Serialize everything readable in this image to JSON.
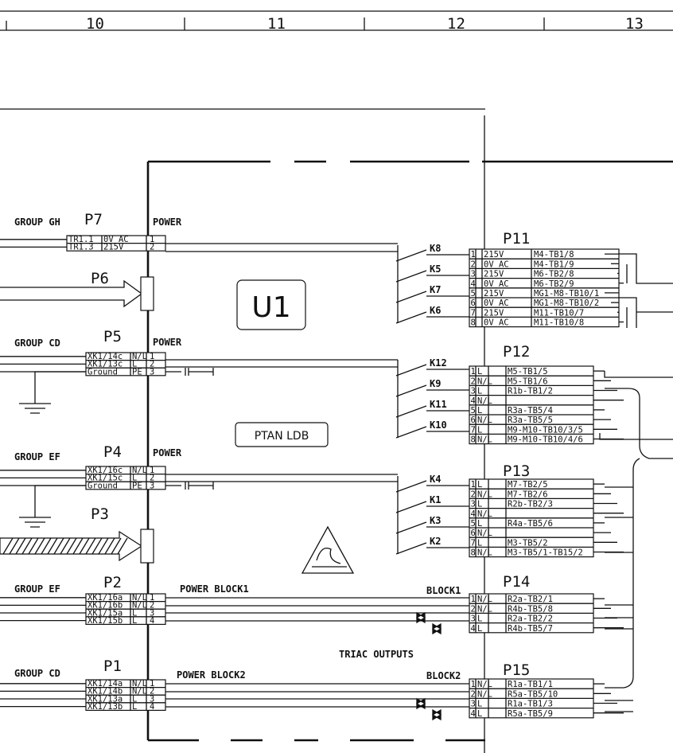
{
  "ruler": [
    "10",
    "11",
    "12",
    "13"
  ],
  "module": {
    "name": "U1",
    "label": "PTAN LDB"
  },
  "connectors": {
    "P7": {
      "id": "P7",
      "group": "GROUP GH",
      "tag": "POWER",
      "rows": [
        {
          "a": "TR1.1",
          "b": "0V AC",
          "n": "1"
        },
        {
          "a": "TR1.3",
          "b": "215V",
          "n": "2"
        }
      ]
    },
    "P6": {
      "id": "P6"
    },
    "P5": {
      "id": "P5",
      "group": "GROUP CD",
      "tag": "POWER",
      "rows": [
        {
          "a": "XK1/14c",
          "b": "N/L",
          "n": "1"
        },
        {
          "a": "XK1/13c",
          "b": "L",
          "n": "2"
        },
        {
          "a": "Ground",
          "b": "PE",
          "n": "3"
        }
      ]
    },
    "P4": {
      "id": "P4",
      "group": "GROUP EF",
      "tag": "POWER",
      "rows": [
        {
          "a": "XK1/16c",
          "b": "N/L",
          "n": "1"
        },
        {
          "a": "XK1/15c",
          "b": "L",
          "n": "2"
        },
        {
          "a": "Ground",
          "b": "PE",
          "n": "3"
        }
      ]
    },
    "P3": {
      "id": "P3"
    },
    "P2": {
      "id": "P2",
      "group": "GROUP EF",
      "tag": "POWER BLOCK1",
      "rows": [
        {
          "a": "XK1/16a",
          "b": "N/L",
          "n": "1"
        },
        {
          "a": "XK1/16b",
          "b": "N/L",
          "n": "2"
        },
        {
          "a": "XK1/15a",
          "b": "L",
          "n": "3"
        },
        {
          "a": "XK1/15b",
          "b": "L",
          "n": "4"
        }
      ]
    },
    "P1": {
      "id": "P1",
      "group": "GROUP CD",
      "tag": "POWER BLOCK2",
      "rows": [
        {
          "a": "XK1/14a",
          "b": "N/L",
          "n": "1"
        },
        {
          "a": "XK1/14b",
          "b": "N/L",
          "n": "2"
        },
        {
          "a": "XK1/13a",
          "b": "L",
          "n": "3"
        },
        {
          "a": "XK1/13b",
          "b": "L",
          "n": "4"
        }
      ]
    }
  },
  "relays": {
    "P11": [
      "K8",
      "K5",
      "K7",
      "K6"
    ],
    "P12": [
      "K12",
      "K9",
      "K11",
      "K10"
    ],
    "P13": [
      "K4",
      "K1",
      "K3",
      "K2"
    ]
  },
  "blocks": {
    "block1": "BLOCK1",
    "block2": "BLOCK2",
    "triac": "TRIAC OUTPUTS"
  },
  "terminals": {
    "P11": {
      "id": "P11",
      "rows": [
        {
          "n": "1",
          "s": "215V",
          "d": "M4-TB1/8"
        },
        {
          "n": "2",
          "s": "0V AC",
          "d": "M4-TB1/9"
        },
        {
          "n": "3",
          "s": "215V",
          "d": "M6-TB2/8"
        },
        {
          "n": "4",
          "s": "0V AC",
          "d": "M6-TB2/9"
        },
        {
          "n": "5",
          "s": "215V",
          "d": "MG1-M8-TB10/1"
        },
        {
          "n": "6",
          "s": "0V AC",
          "d": "MG1-M8-TB10/2"
        },
        {
          "n": "7",
          "s": "215V",
          "d": "M11-TB10/7"
        },
        {
          "n": "8",
          "s": "0V AC",
          "d": "M11-TB10/8"
        }
      ]
    },
    "P12": {
      "id": "P12",
      "rows": [
        {
          "n": "1",
          "s": "L",
          "d": "M5-TB1/5"
        },
        {
          "n": "2",
          "s": "N/L",
          "d": "M5-TB1/6"
        },
        {
          "n": "3",
          "s": "L",
          "d": "R1b-TB1/2"
        },
        {
          "n": "4",
          "s": "N/L",
          "d": ""
        },
        {
          "n": "5",
          "s": "L",
          "d": "R3a-TB5/4"
        },
        {
          "n": "6",
          "s": "N/L",
          "d": "R3a-TB5/5"
        },
        {
          "n": "7",
          "s": "L",
          "d": "M9-M10-TB10/3/5"
        },
        {
          "n": "8",
          "s": "N/L",
          "d": "M9-M10-TB10/4/6"
        }
      ]
    },
    "P13": {
      "id": "P13",
      "rows": [
        {
          "n": "1",
          "s": "L",
          "d": "M7-TB2/5"
        },
        {
          "n": "2",
          "s": "N/L",
          "d": "M7-TB2/6"
        },
        {
          "n": "3",
          "s": "L",
          "d": "R2b-TB2/3"
        },
        {
          "n": "4",
          "s": "N/L",
          "d": ""
        },
        {
          "n": "5",
          "s": "L",
          "d": "R4a-TB5/6"
        },
        {
          "n": "6",
          "s": "N/L",
          "d": ""
        },
        {
          "n": "7",
          "s": "L",
          "d": "M3-TB5/2"
        },
        {
          "n": "8",
          "s": "N/L",
          "d": "M3-TB5/1-TB15/2"
        }
      ]
    },
    "P14": {
      "id": "P14",
      "rows": [
        {
          "n": "1",
          "s": "N/L",
          "d": "R2a-TB2/1"
        },
        {
          "n": "2",
          "s": "N/L",
          "d": "R4b-TB5/8"
        },
        {
          "n": "3",
          "s": "L",
          "d": "R2a-TB2/2"
        },
        {
          "n": "4",
          "s": "L",
          "d": "R4b-TB5/7"
        }
      ]
    },
    "P15": {
      "id": "P15",
      "rows": [
        {
          "n": "1",
          "s": "N/L",
          "d": "R1a-TB1/1"
        },
        {
          "n": "2",
          "s": "N/L",
          "d": "R5a-TB5/10"
        },
        {
          "n": "3",
          "s": "L",
          "d": "R1a-TB1/3"
        },
        {
          "n": "4",
          "s": "L",
          "d": "R5a-TB5/9"
        }
      ]
    }
  }
}
